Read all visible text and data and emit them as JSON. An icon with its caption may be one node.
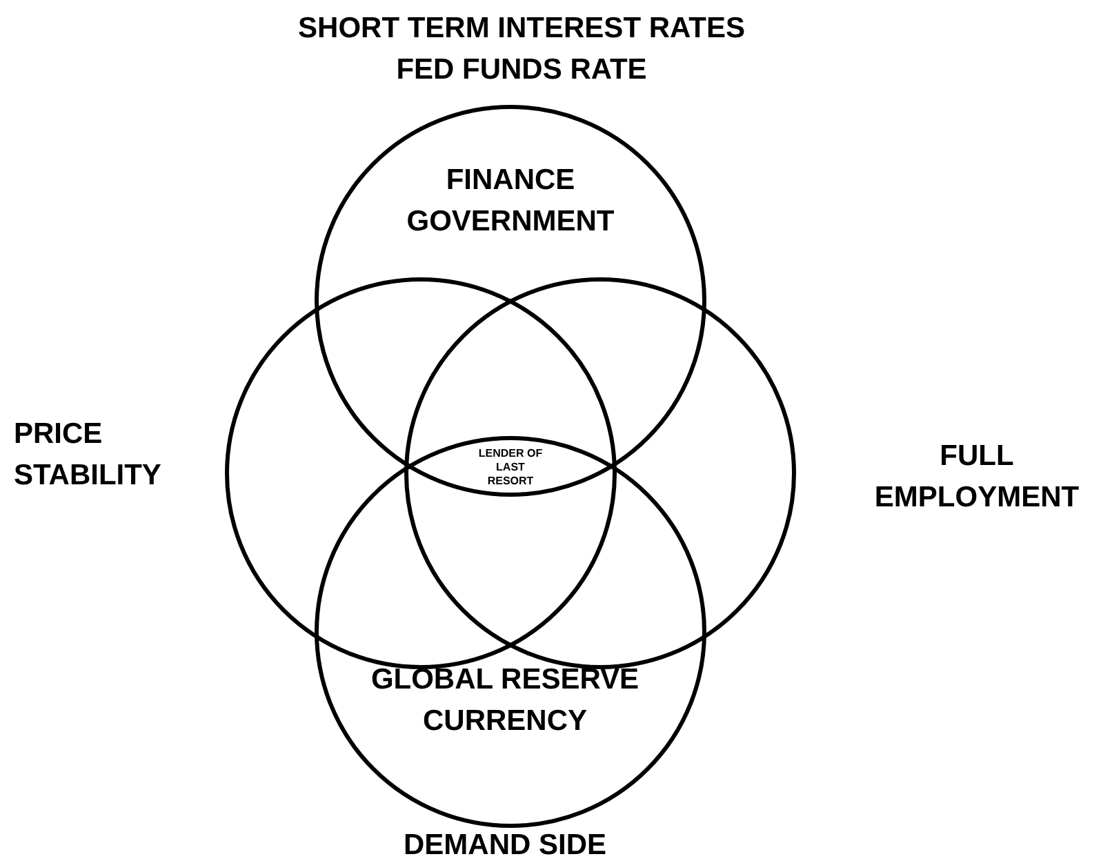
{
  "diagram": {
    "nodes": [
      {
        "text": [
          "SHORT TERM INTEREST RATES FED FUNDS RATE",
          "FINANCE GOVERNMENT"
        ]
      },
      {
        "text": [
          "PRICE STABILITY"
        ]
      },
      {
        "text": [
          "FULL EMPLOYMENT"
        ]
      },
      {
        "text": [
          "GLOBAL RESERVE CURRENCY",
          "DEMAND SIDE"
        ]
      }
    ],
    "labels": [
      "LENDER OF LAST RESORT"
    ]
  }
}
